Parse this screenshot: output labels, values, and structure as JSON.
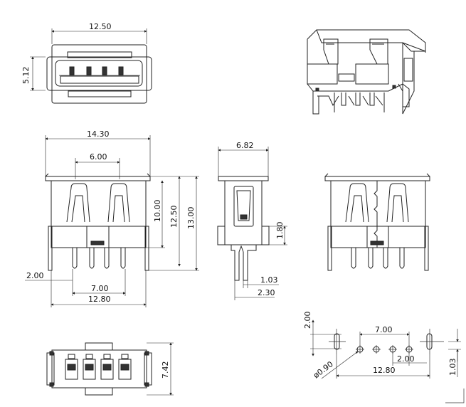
{
  "top_view": {
    "width_label": "12.50",
    "height_label": "5.12"
  },
  "front_view": {
    "top_width_label": "14.30",
    "inner_width_label": "6.00",
    "h1_label": "10.00",
    "h2_label": "12.50",
    "h3_label": "13.00",
    "pin_offset_label": "2.00",
    "pin_span_label": "7.00",
    "bottom_width_label": "12.80"
  },
  "side_view": {
    "width_label": "6.82",
    "pin_h_label": "1.80",
    "pin_w1_label": "1.03",
    "pin_w2_label": "2.30"
  },
  "bottom_view": {
    "height_label": "7.42"
  },
  "footprint": {
    "h_label": "2.00",
    "span_label": "7.00",
    "pitch_label": "2.00",
    "hole_label": "ø0.90",
    "total_label": "12.80",
    "offset_label": "1.03"
  }
}
